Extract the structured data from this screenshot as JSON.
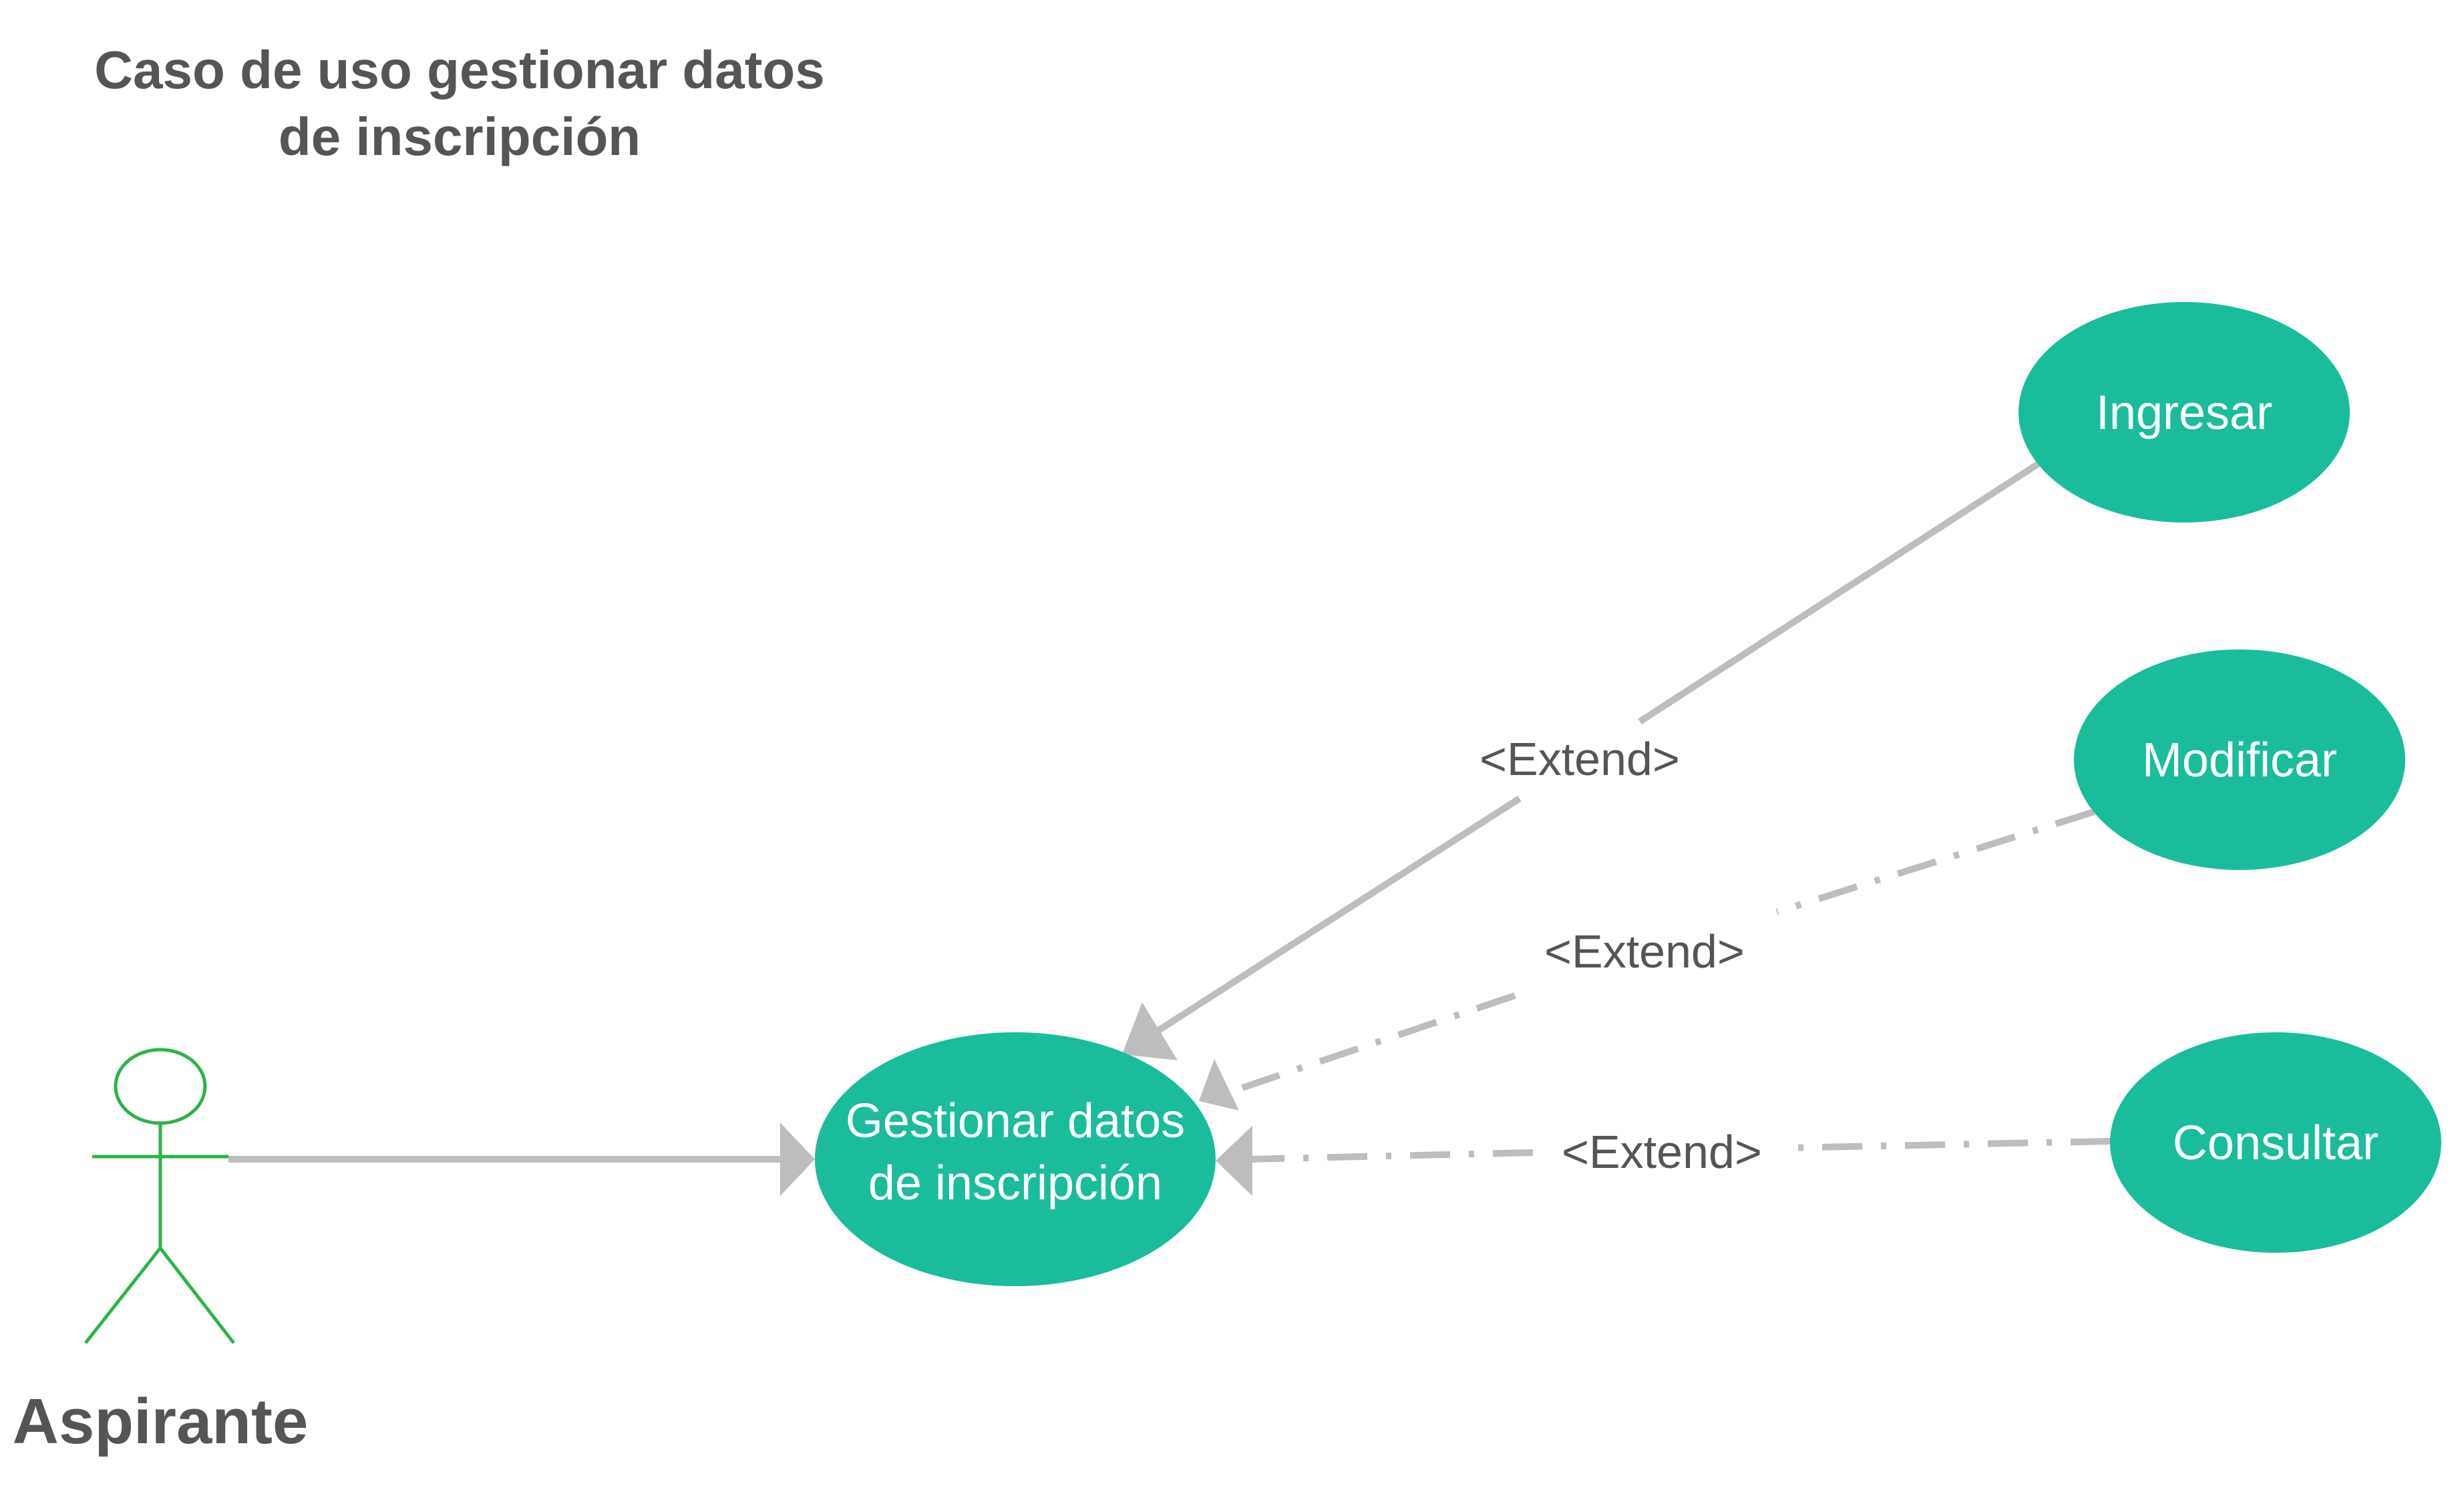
{
  "title": {
    "line1": "Caso de uso gestionar datos",
    "line2": "de inscripción"
  },
  "actor": {
    "label": "Aspirante",
    "icon": "stick-figure-actor-icon"
  },
  "use_cases": {
    "main": {
      "line1": "Gestionar datos",
      "line2": "de inscripción"
    },
    "ingresar": "Ingresar",
    "modificar": "Modificar",
    "consultar": "Consultar"
  },
  "relations": {
    "extend_ingresar": "<Extend>",
    "extend_modificar": "<Extend>",
    "extend_consultar": "<Extend>"
  },
  "colors": {
    "use_case_fill": "#1ABC9C",
    "actor_stroke": "#2DB24A",
    "connector": "#BDBDBD",
    "text_dark": "#555555"
  }
}
